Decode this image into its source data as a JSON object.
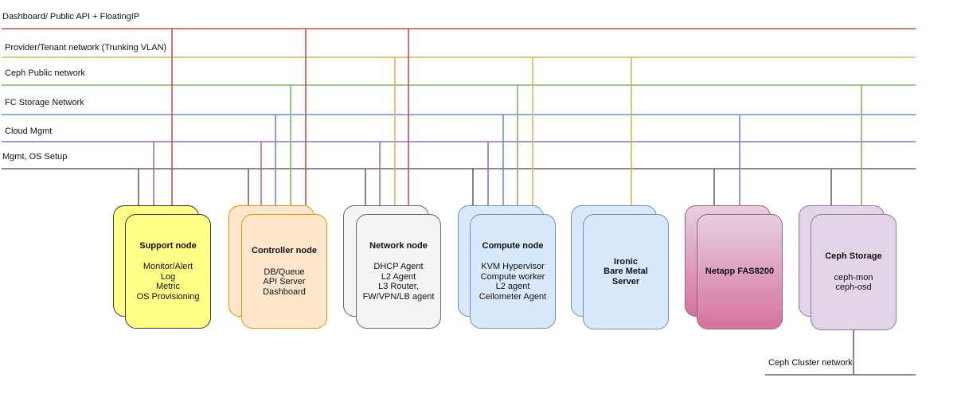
{
  "networks": [
    {
      "label": "Dashboard/ Public API + FloatingIP",
      "color": "#b85450"
    },
    {
      "label": "Provider/Tenant network (Trunking VLAN)",
      "color": "#d6b656"
    },
    {
      "label": "Ceph Public network",
      "color": "#82b366"
    },
    {
      "label": "FC Storage Network",
      "color": "#6c8ebf"
    },
    {
      "label": "Cloud Mgmt",
      "color": "#9673a6"
    },
    {
      "label": "Mgmt, OS Setup",
      "color": "#666666"
    }
  ],
  "cluster_network": {
    "label": "Ceph Cluster network",
    "color": "#666666"
  },
  "nodes": [
    {
      "title": "Support node",
      "lines": [
        "Monitor/Alert",
        "Log",
        "Metric",
        "OS Provisioning"
      ],
      "fill": "#ffff88",
      "stroke": "#36393d",
      "networks": [
        "Mgmt, OS Setup",
        "Cloud Mgmt",
        "Dashboard/ Public API + FloatingIP"
      ]
    },
    {
      "title": "Controller node",
      "lines": [
        "DB/Queue",
        "API Server",
        "Dashboard"
      ],
      "fill": "#ffe6cc",
      "stroke": "#d79b00",
      "networks": [
        "Mgmt, OS Setup",
        "Cloud Mgmt",
        "FC Storage Network",
        "Ceph Public network",
        "Dashboard/ Public API + FloatingIP"
      ]
    },
    {
      "title": "Network node",
      "lines": [
        "DHCP Agent",
        "L2 Agent",
        "L3 Router,",
        "FW/VPN/LB agent"
      ],
      "fill": "#f5f5f5",
      "stroke": "#666666",
      "networks": [
        "Mgmt, OS Setup",
        "Cloud Mgmt",
        "Provider/Tenant network (Trunking VLAN)",
        "Dashboard/ Public API + FloatingIP"
      ]
    },
    {
      "title": "Compute node",
      "lines": [
        "KVM Hypervisor",
        "Compute worker",
        "L2 agent",
        "Ceilometer Agent"
      ],
      "fill": "#dae8fc",
      "stroke": "#6c8ebf",
      "networks": [
        "Mgmt, OS Setup",
        "Cloud Mgmt",
        "FC Storage Network",
        "Ceph Public network",
        "Provider/Tenant network (Trunking VLAN)"
      ]
    },
    {
      "title": "Ironic\nBare Metal\nServer",
      "lines": [],
      "fill": "#dae8fc",
      "stroke": "#6c8ebf",
      "networks": [
        "Provider/Tenant network (Trunking VLAN)"
      ]
    },
    {
      "title": "Netapp FAS8200",
      "lines": [],
      "fill_top": "#e6d0de",
      "fill_bottom": "#d5739d",
      "stroke": "#996185",
      "networks": [
        "Mgmt, OS Setup",
        "FC Storage Network"
      ]
    },
    {
      "title": "Ceph Storage",
      "lines": [
        "ceph-mon",
        "ceph-osd"
      ],
      "fill": "#e1d5e7",
      "stroke": "#9673a6",
      "networks": [
        "Mgmt, OS Setup",
        "Ceph Public network",
        "Ceph Cluster network"
      ]
    }
  ]
}
